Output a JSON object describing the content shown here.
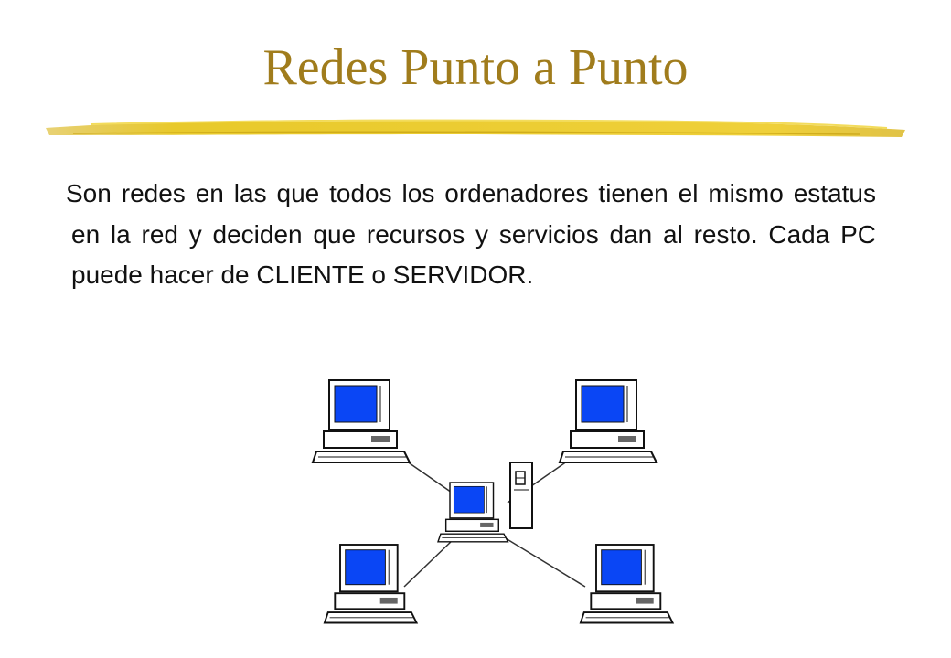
{
  "slide": {
    "title": "Redes Punto a Punto",
    "body": "Son redes en las que todos los ordenadores tienen el mismo estatus en la red y deciden que recursos y servicios dan al resto. Cada PC puede hacer de CLIENTE o SERVIDOR."
  },
  "colors": {
    "title": "#a07c1c",
    "underline": "#e6c52a",
    "screen": "#0a46f5",
    "line": "#333333"
  },
  "diagram": {
    "nodes": [
      "computer",
      "computer",
      "computer",
      "computer",
      "computer",
      "server-tower"
    ]
  }
}
